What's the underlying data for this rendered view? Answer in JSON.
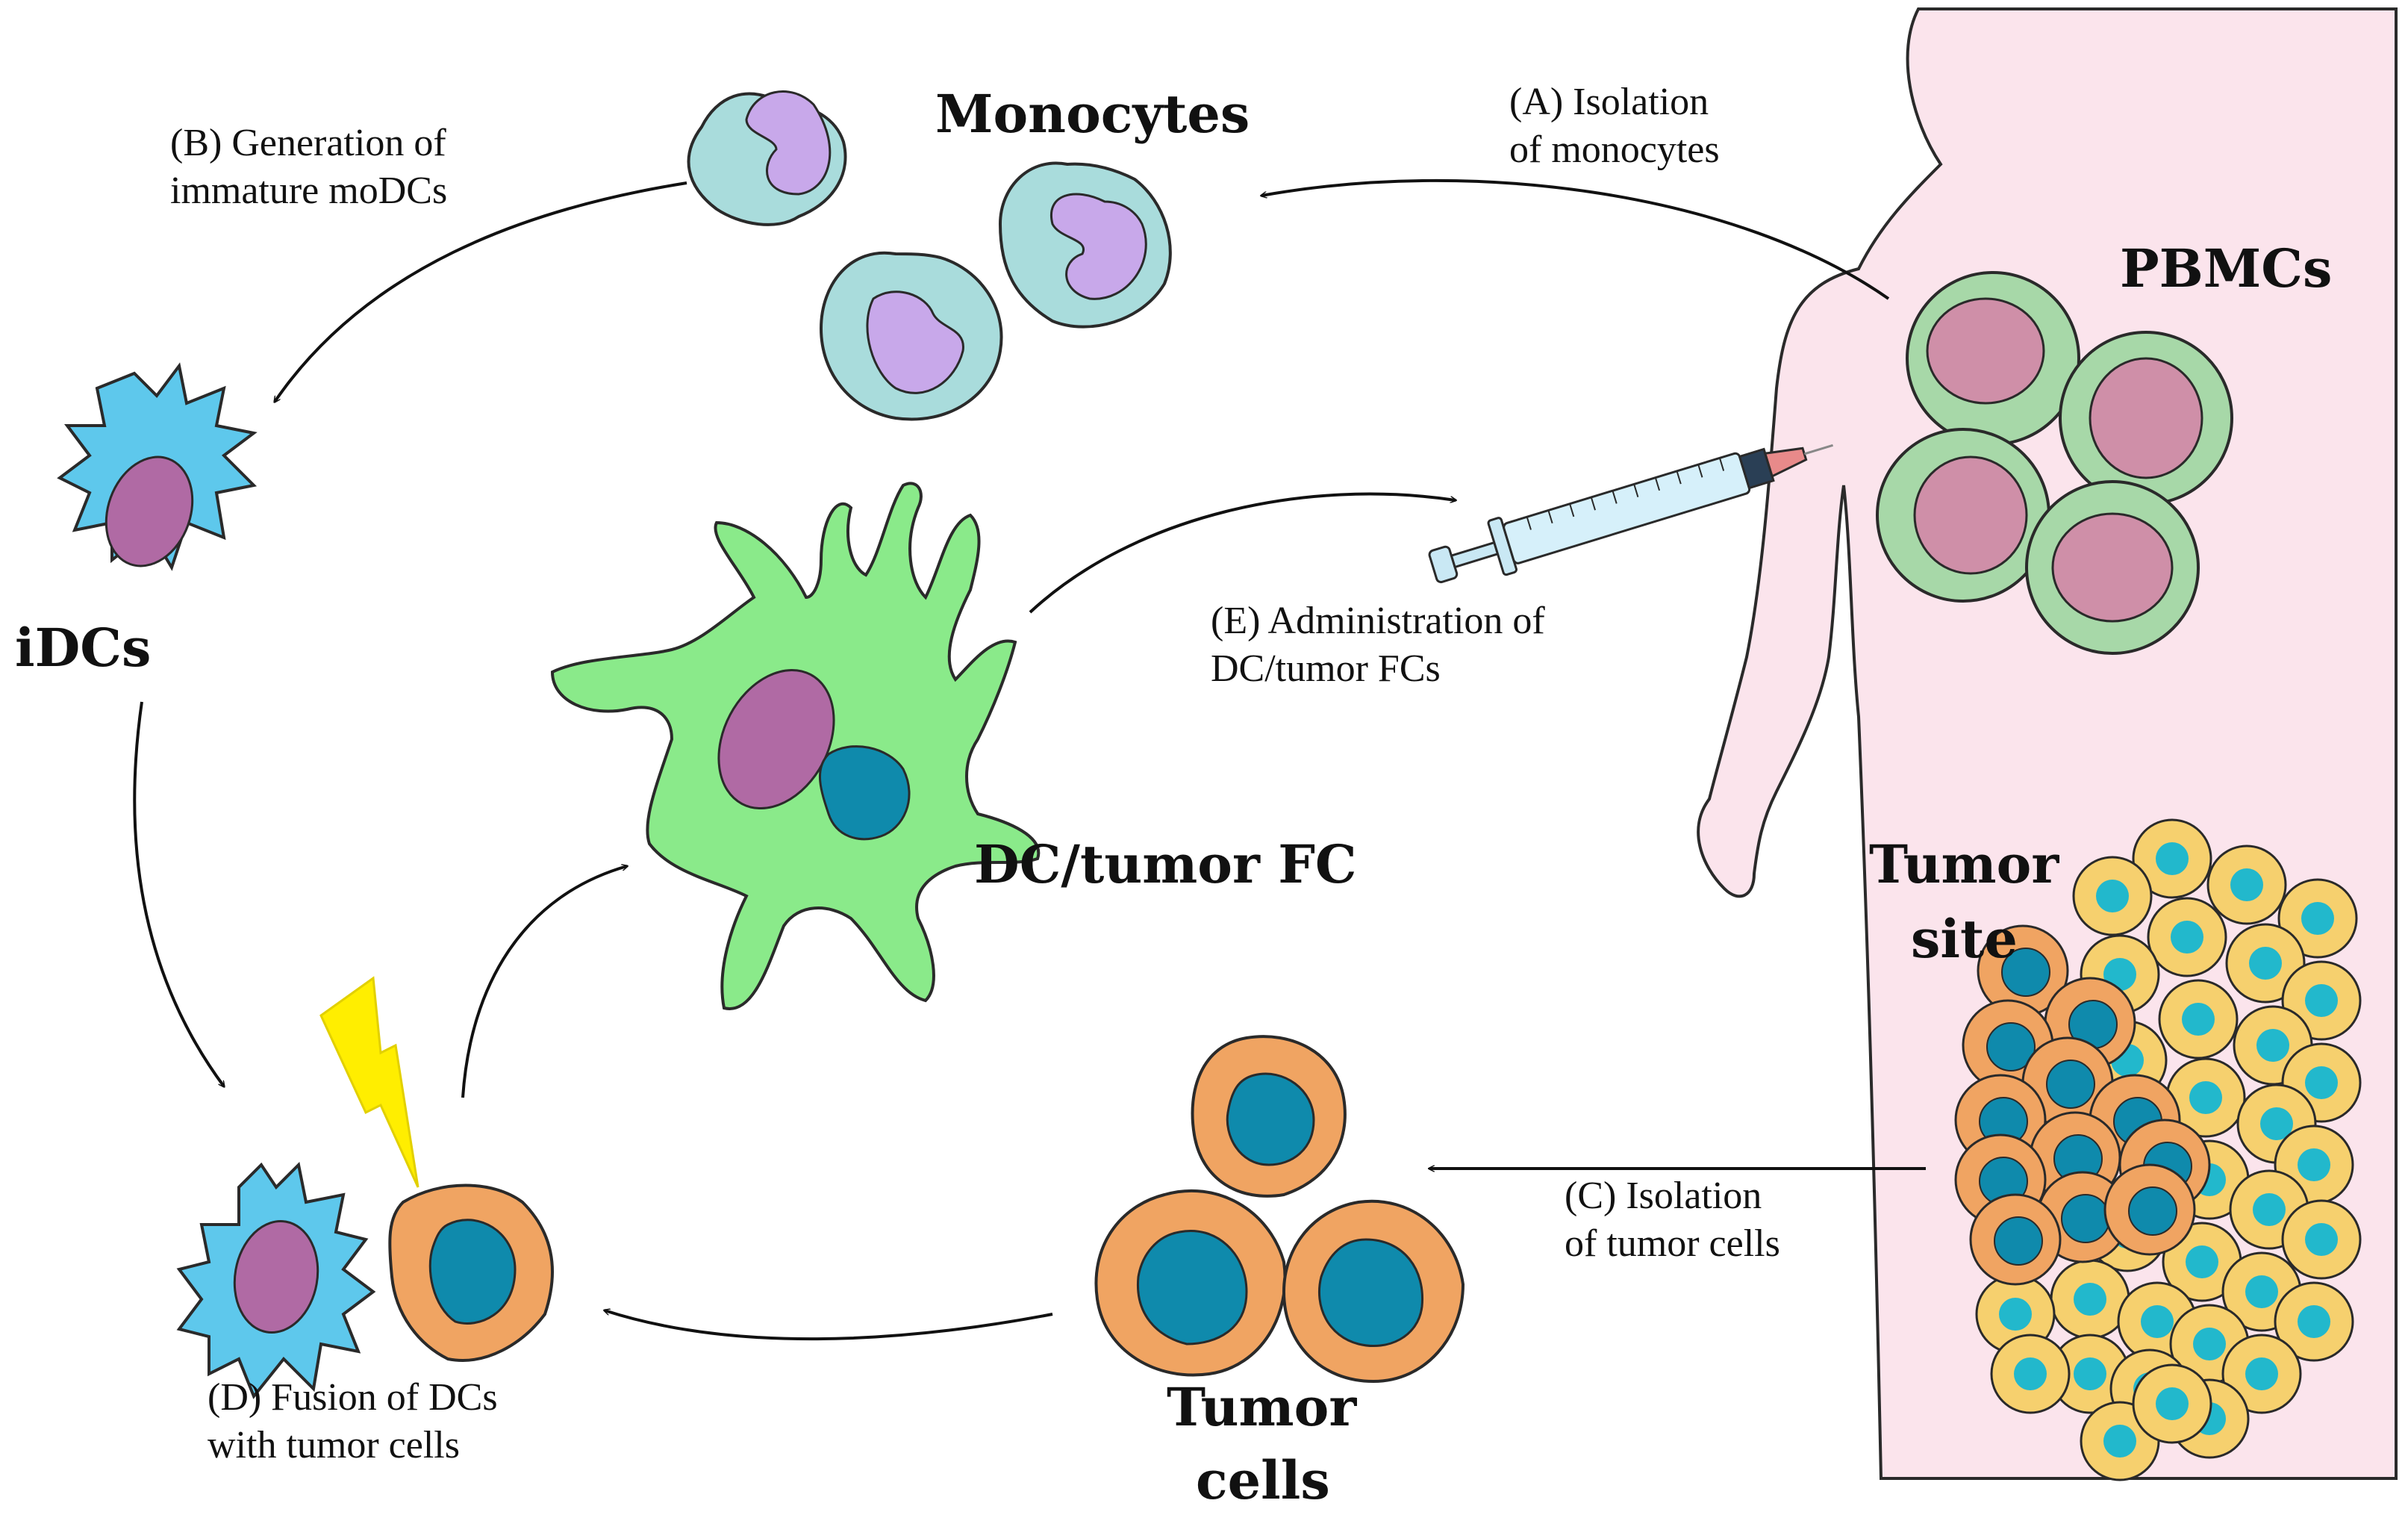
{
  "labels": {
    "monocytes": "Monocytes",
    "pbmcs": "PBMCs",
    "idcs": "iDCs",
    "dc_tumor_fc": "DC/tumor FC",
    "tumor_site_1": "Tumor",
    "tumor_site_2": "site",
    "tumor_cells_1": "Tumor",
    "tumor_cells_2": "cells"
  },
  "steps": {
    "a": [
      "(A) Isolation",
      "of monocytes"
    ],
    "b": [
      "(B) Generation of",
      "immature moDCs"
    ],
    "c": [
      "(C) Isolation",
      "of tumor cells"
    ],
    "d": [
      "(D) Fusion of DCs",
      "with tumor cells"
    ],
    "e": [
      "(E) Administration of",
      "DC/tumor FCs"
    ]
  },
  "colors": {
    "monocyte_body": "#a9dcdc",
    "monocyte_nucleus": "#c8a8ea",
    "pbmc_body": "#a7d8a8",
    "pbmc_nucleus": "#cf8fa8",
    "dc_body": "#5ec8ec",
    "dc_nucleus": "#b06aa4",
    "fusion_cell": "#8aea8a",
    "tumor_body": "#f0a462",
    "tumor_nucleus": "#0f8aac",
    "tumor_site_cell": "#f6d06e",
    "tumor_site_nucleus": "#22b8cc",
    "body_silhouette": "#fbe4ec",
    "lightning": "#ffee00"
  },
  "icons": [
    "monocyte-cell",
    "pbmc-cell",
    "dendritic-cell",
    "fusion-cell",
    "tumor-cell",
    "syringe-icon",
    "lightning-bolt-icon",
    "human-body-silhouette"
  ]
}
